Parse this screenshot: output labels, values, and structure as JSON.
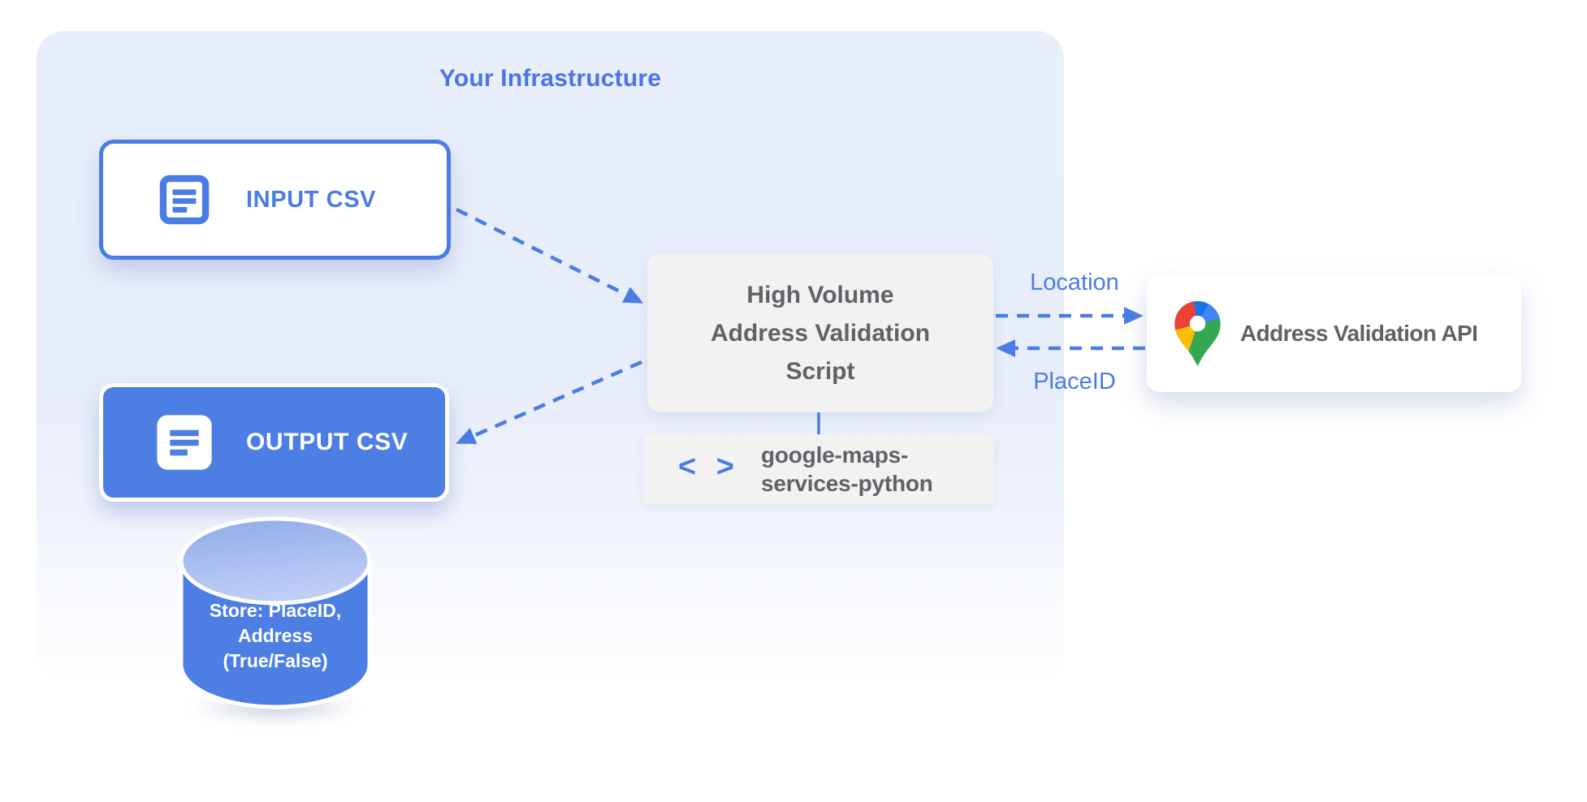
{
  "title": "Your Infrastructure",
  "colors": {
    "blue": "#4a7ce6",
    "blue_fill": "#4d7ee3",
    "title_blue": "#4a74e8",
    "container_bg": "#e9eefb",
    "box_gray": "#f2f2f2",
    "text_gray": "#5f6368",
    "pin_red": "#EA4335",
    "pin_blue": "#4285F4",
    "pin_blue_dark": "#1A73E8",
    "pin_yellow": "#FBBC04",
    "pin_green": "#34A853",
    "cyl_top_light": "#c0cef5",
    "cyl_top_dark": "#8fabea"
  },
  "nodes": {
    "input_csv": {
      "label": "INPUT CSV",
      "icon": "document-icon"
    },
    "output_csv": {
      "label": "OUTPUT CSV",
      "icon": "document-icon"
    },
    "datastore": {
      "lines": [
        "Store: PlaceID,",
        "Address",
        "(True/False)"
      ]
    },
    "script": {
      "lines": [
        "High Volume",
        "Address Validation",
        "Script"
      ]
    },
    "library": {
      "icon": "code-icon",
      "icon_glyph": "< >",
      "lines": [
        "google-maps-",
        "services-python"
      ]
    },
    "api": {
      "label": "Address Validation API",
      "icon": "google-maps-pin-icon"
    }
  },
  "edges": {
    "location": {
      "label": "Location"
    },
    "placeid": {
      "label": "PlaceID"
    }
  }
}
